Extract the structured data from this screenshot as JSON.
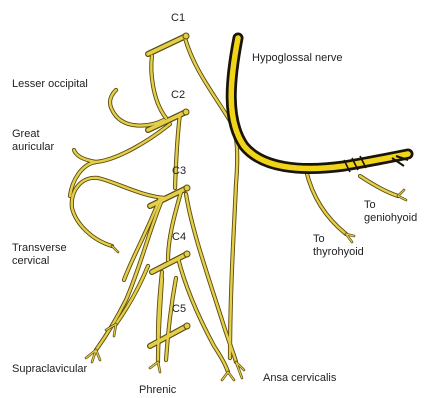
{
  "diagram": {
    "colors": {
      "nerve_fill": "#e3cf4a",
      "nerve_outline": "#5b4b10",
      "hypoglossal_fill": "#f0d418",
      "hypoglossal_outline": "#1a1408",
      "text": "#222222"
    },
    "roots": {
      "c1": "C1",
      "c2": "C2",
      "c3": "C3",
      "c4": "C4",
      "c5": "C5"
    },
    "branches": {
      "lesser_occipital": "Lesser occipital",
      "great_auricular": "Great\nauricular",
      "transverse_cervical": "Transverse\ncervical",
      "supraclavicular": "Supraclavicular",
      "phrenic": "Phrenic",
      "hypoglossal_nerve": "Hypoglossal nerve",
      "to_geniohyoid": "To\ngeniohyoid",
      "to_thyrohyoid": "To\nthyrohyoid",
      "ansa_cervicalis": "Ansa cervicalis"
    }
  }
}
